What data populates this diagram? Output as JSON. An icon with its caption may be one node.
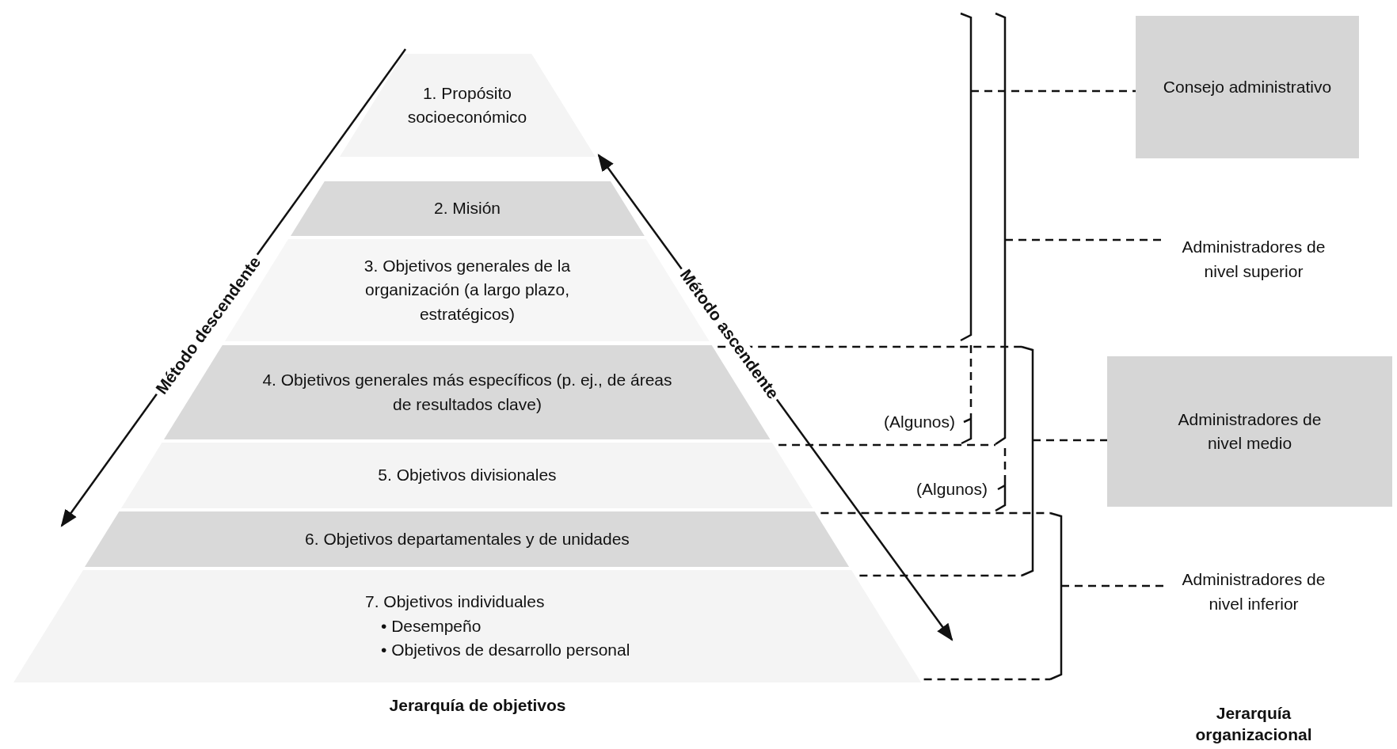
{
  "diagram": {
    "nodes": [
      {
        "text": [
          "1. Propósito socioeconómico"
        ]
      },
      {
        "text": [
          "2. Misión"
        ]
      },
      {
        "text": [
          "3. Objetivos generales de la organización (a largo plazo, estratégicos)"
        ]
      },
      {
        "text": [
          "4. Objetivos generales más específicos (p. ej., de áreas de resultados clave)"
        ]
      },
      {
        "text": [
          "5. Objetivos divisionales"
        ]
      },
      {
        "text": [
          "6. Objetivos departamentales y de unidades"
        ]
      },
      {
        "text": [
          "7. Objetivos individuales",
          "• Desempeño",
          "• Objetivos de desarrollo personal"
        ]
      },
      {
        "text": [
          "Consejo administrativo"
        ]
      },
      {
        "text": [
          "Administradores de nivel superior"
        ]
      },
      {
        "text": [
          "Administradores de nivel medio"
        ]
      },
      {
        "text": [
          "Administradores de nivel inferior"
        ]
      },
      {
        "text": [],
        "shape": "bracket"
      },
      {
        "text": [],
        "shape": "bracket"
      },
      {
        "text": [],
        "shape": "bracket"
      },
      {
        "text": [],
        "shape": "bracket"
      }
    ],
    "edges": [
      {
        "from": 11,
        "to": 7,
        "arrow": "none",
        "style": "dashed"
      },
      {
        "from": 12,
        "to": 8,
        "arrow": "none",
        "style": "dashed"
      },
      {
        "from": 13,
        "to": 9,
        "arrow": "none",
        "style": "dashed"
      },
      {
        "from": 14,
        "to": 10,
        "arrow": "none",
        "style": "dashed"
      },
      {
        "from": 3,
        "to": 13,
        "arrow": "none",
        "style": "dashed"
      },
      {
        "from": 4,
        "to": 12,
        "arrow": "none",
        "style": "dashed"
      },
      {
        "from": 5,
        "to": 14,
        "arrow": "none",
        "style": "dashed"
      },
      {
        "from": 6,
        "to": 13,
        "arrow": "none",
        "style": "dashed"
      },
      {
        "from": 6,
        "to": 14,
        "arrow": "none",
        "style": "dashed"
      }
    ],
    "labels": [
      "Método descendente",
      "Método ascendente",
      "(Algunos)",
      "(Algunos)",
      "Jerarquía de objetivos",
      "Jerarquía organizacional"
    ]
  }
}
